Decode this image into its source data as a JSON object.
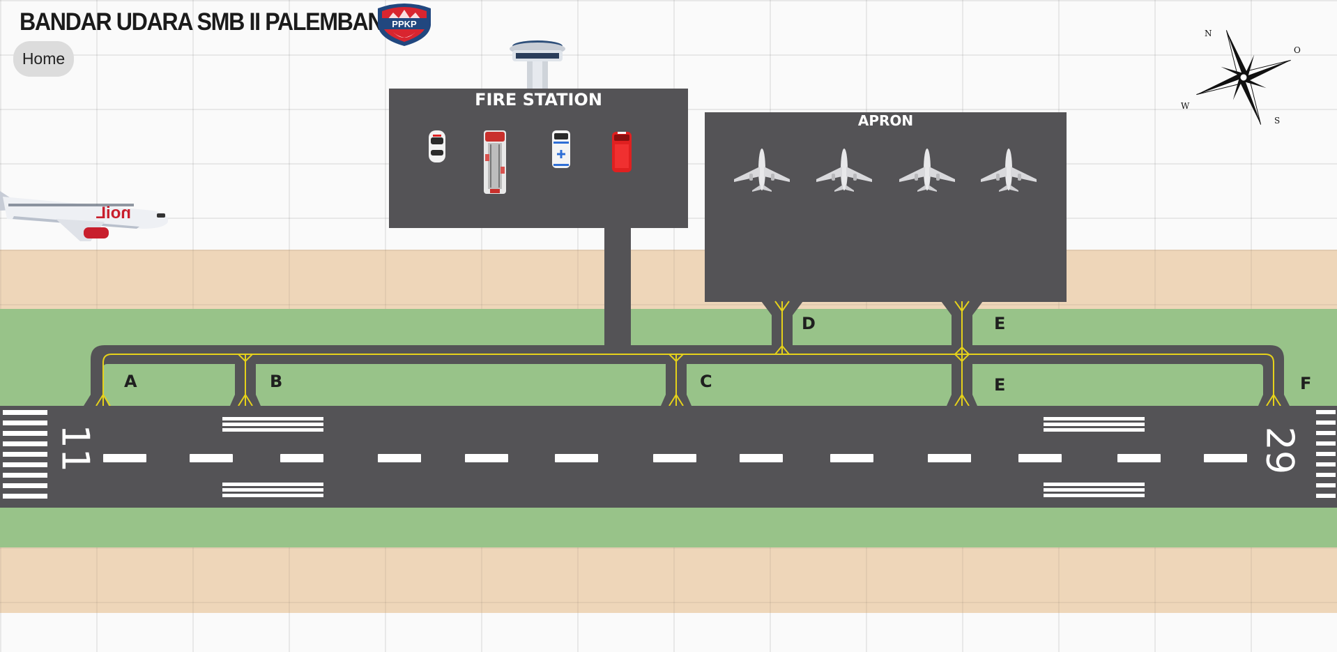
{
  "header": {
    "title": "BANDAR UDARA SMB II PALEMBANG",
    "logo_text": "PPKP",
    "home_label": "Home"
  },
  "fire_station": {
    "title": "FIRE STATION",
    "vehicles": [
      "command-car-icon",
      "fire-truck-icon",
      "ambulance-icon",
      "red-rescue-car-icon"
    ]
  },
  "apron": {
    "title": "APRON",
    "aircraft": [
      "parked-aircraft-1",
      "parked-aircraft-2",
      "parked-aircraft-3",
      "parked-aircraft-4"
    ]
  },
  "taxiways": {
    "a": "A",
    "b": "B",
    "c": "C",
    "d": "D",
    "e_upper": "E",
    "e_lower": "E",
    "f": "F"
  },
  "runway": {
    "west_designator": "11",
    "east_designator": "29"
  },
  "compass": {
    "n": "N",
    "o": "O",
    "s": "S",
    "w": "W"
  },
  "colors": {
    "asphalt": "#545356",
    "grass": "#98c389",
    "sand": "#eed6b9",
    "taxiway_line": "#e6d21a"
  }
}
